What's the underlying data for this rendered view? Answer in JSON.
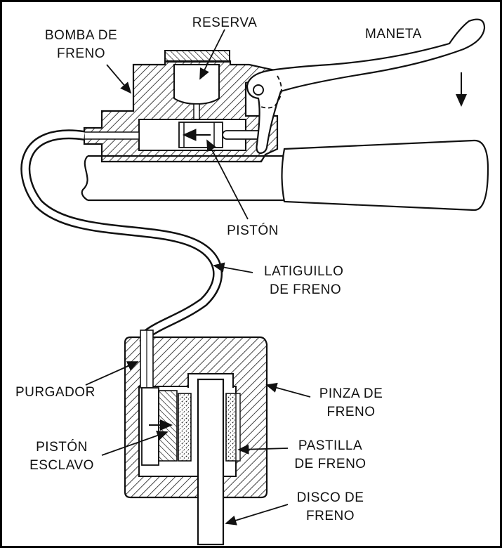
{
  "labels": {
    "bomba": [
      "BOMBA DE",
      "FRENO"
    ],
    "reserva": "RESERVA",
    "maneta": "MANETA",
    "piston": "PISTÓN",
    "latiguillo": [
      "LATIGUILLO",
      "DE FRENO"
    ],
    "purgador": "PURGADOR",
    "pinza": [
      "PINZA DE",
      "FRENO"
    ],
    "piston_esclavo": [
      "PISTÓN",
      "ESCLAVO"
    ],
    "pastilla": [
      "PASTILLA",
      "DE FRENO"
    ],
    "disco": [
      "DISCO DE",
      "FRENO"
    ]
  }
}
